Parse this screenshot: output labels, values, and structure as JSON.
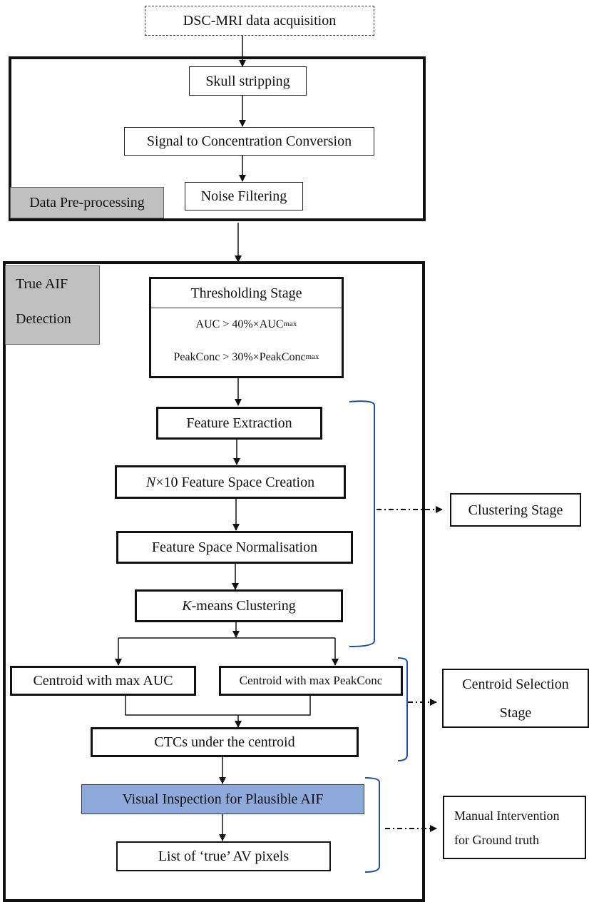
{
  "input": {
    "label": "DSC-MRI data acquisition"
  },
  "preprocessing": {
    "group_label": "Data Pre-processing",
    "steps": [
      "Skull stripping",
      "Signal to Concentration Conversion",
      "Noise Filtering"
    ]
  },
  "detection": {
    "group_label_line1": "True AIF",
    "group_label_line2": "Detection",
    "thresholding": {
      "title": "Thresholding Stage",
      "rule1_main": "AUC > 40%×AUC",
      "rule1_sub": "max",
      "rule2_main": "PeakConc > 30%×PeakConc",
      "rule2_sub": "max"
    },
    "clustering": {
      "feature_extraction": "Feature Extraction",
      "feature_space_var": "N",
      "feature_space_rest": "×10 Feature Space Creation",
      "normalisation": "Feature Space Normalisation",
      "kmeans_var": "K",
      "kmeans_rest": "-means Clustering"
    },
    "centroid": {
      "max_auc": "Centroid with max AUC",
      "max_peak": "Centroid with max PeakConc",
      "ctcs": "CTCs under the centroid"
    },
    "manual": {
      "visual_inspection": "Visual Inspection for Plausible AIF",
      "true_av": "List of ‘true’ AV pixels"
    }
  },
  "stages": {
    "clustering": "Clustering Stage",
    "centroid_line1": "Centroid Selection",
    "centroid_line2": "Stage",
    "manual_line1": "Manual Intervention",
    "manual_line2": "for Ground truth"
  },
  "colors": {
    "highlight": "#8eaadb",
    "group_label": "#c0c0c0",
    "bracket": "#1f4e9c"
  }
}
